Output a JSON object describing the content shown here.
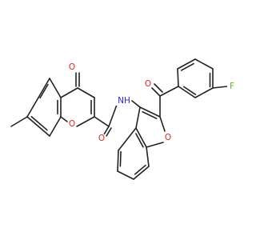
{
  "molecule": {
    "atom_labels": {
      "ketone_oxygen": "O",
      "chromone_ring_oxygen": "O",
      "amide_oxygen": "O",
      "amide_nitrogen": "NH",
      "benzoyl_oxygen": "O",
      "furan_oxygen": "O",
      "fluorine": "F"
    },
    "colors": {
      "bond": "#222222",
      "oxygen": "#e8251c",
      "nitrogen": "#2a2adf",
      "fluorine": "#5fb92a"
    }
  }
}
